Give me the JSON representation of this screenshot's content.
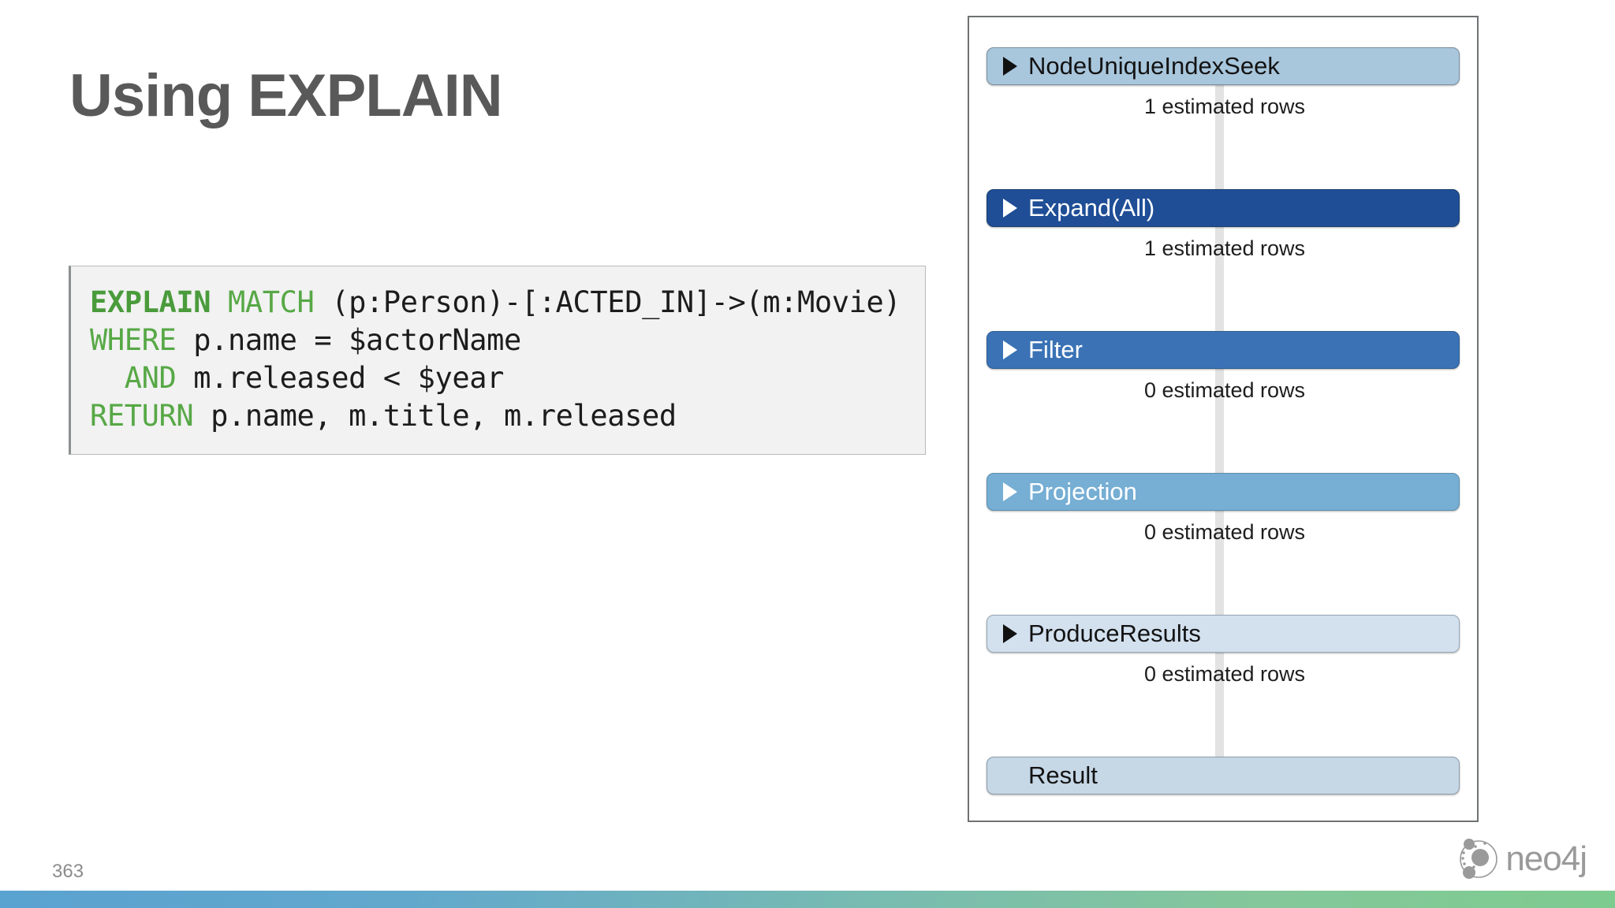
{
  "slide": {
    "title": "Using EXPLAIN",
    "page_number": "363",
    "title_color": "#595959",
    "accent_gradient_start": "#5aa2d0",
    "accent_gradient_end": "#7ecb90"
  },
  "code": {
    "language": "cypher",
    "background": "#f1f2f1",
    "keyword_color": "#57a846",
    "text_color": "#1c1c1c",
    "lines": [
      {
        "tokens": [
          {
            "text": "EXPLAIN",
            "type": "keyword-strong"
          },
          {
            "text": " ",
            "type": "plain"
          },
          {
            "text": "MATCH",
            "type": "keyword"
          },
          {
            "text": " (p:Person)-[:ACTED_IN]->(m:Movie)",
            "type": "plain"
          }
        ]
      },
      {
        "tokens": [
          {
            "text": "WHERE",
            "type": "keyword"
          },
          {
            "text": " p.name = $actorName",
            "type": "plain"
          }
        ]
      },
      {
        "tokens": [
          {
            "text": "  AND",
            "type": "keyword"
          },
          {
            "text": " m.released < $year",
            "type": "plain"
          }
        ]
      },
      {
        "tokens": [
          {
            "text": "RETURN",
            "type": "keyword"
          },
          {
            "text": " p.name, m.title, m.released",
            "type": "plain"
          }
        ]
      }
    ],
    "plain_text": "EXPLAIN MATCH (p:Person)-[:ACTED_IN]->(m:Movie)\nWHERE p.name = $actorName\n  AND m.released < $year\nRETURN p.name, m.title, m.released"
  },
  "query_plan": {
    "panel_border_color": "#6f7173",
    "connector_color": "#e3e3e3",
    "nodes": [
      {
        "label": "NodeUniqueIndexSeek",
        "fill": "#a8c6dc",
        "border": "#7b8f9e",
        "text_color": "#131313",
        "has_triangle": true,
        "triangle_color": "#111111",
        "rows_label": "1 estimated rows"
      },
      {
        "label": "Expand(All)",
        "fill": "#1f4e96",
        "border": "#18406f",
        "text_color": "#ffffff",
        "has_triangle": true,
        "triangle_color": "#ffffff",
        "rows_label": "1 estimated rows"
      },
      {
        "label": "Filter",
        "fill": "#3a72b5",
        "border": "#2f5c93",
        "text_color": "#ffffff",
        "has_triangle": true,
        "triangle_color": "#ffffff",
        "rows_label": "0 estimated rows"
      },
      {
        "label": "Projection",
        "fill": "#76aed4",
        "border": "#5d8fae",
        "text_color": "#ffffff",
        "has_triangle": true,
        "triangle_color": "#ffffff",
        "rows_label": "0 estimated rows"
      },
      {
        "label": "ProduceResults",
        "fill": "#d3e1ef",
        "border": "#97a6b4",
        "text_color": "#131313",
        "has_triangle": true,
        "triangle_color": "#111111",
        "rows_label": "0 estimated rows"
      },
      {
        "label": "Result",
        "fill": "#c6d7e6",
        "border": "#8e9daa",
        "text_color": "#131313",
        "has_triangle": false,
        "triangle_color": "",
        "rows_label": ""
      }
    ]
  },
  "branding": {
    "logo_name": "neo4j-logo",
    "wordmark": "neo4j",
    "color": "#9a9a9a"
  }
}
